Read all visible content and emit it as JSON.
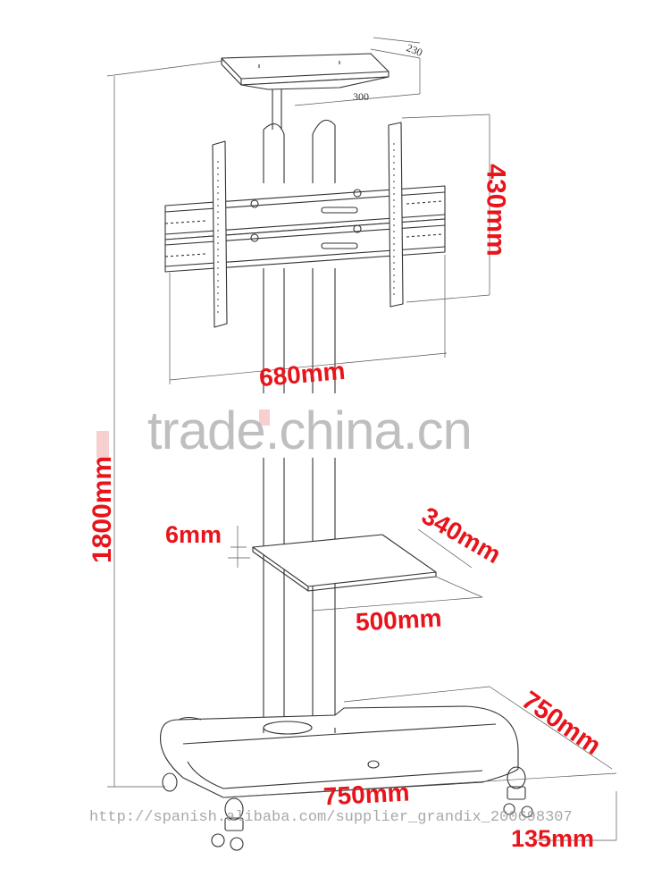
{
  "dimensions": {
    "top_plate_depth": "230",
    "top_plate_width": "300",
    "bracket_height": "430mm",
    "bracket_width": "680mm",
    "total_height": "1800mm",
    "shelf_thickness": "6mm",
    "shelf_depth": "340mm",
    "shelf_width": "500mm",
    "base_depth": "750mm",
    "base_width": "750mm",
    "caster_height": "135mm"
  },
  "watermark": {
    "brand": "trade.china.cn",
    "url": "http://spanish.alibaba.com/supplier_grandix_200698307"
  },
  "colors": {
    "dimension_text": "#e8141b",
    "line": "#333333",
    "watermark": "#8c8c8c"
  }
}
